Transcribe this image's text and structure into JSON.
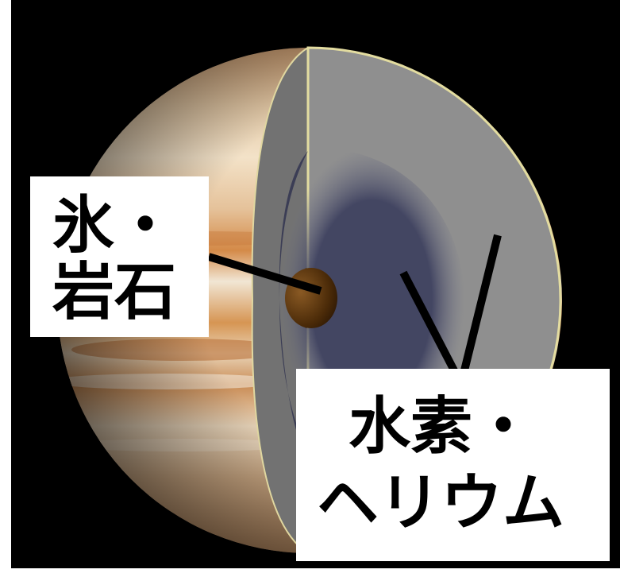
{
  "diagram": {
    "labels": {
      "core": {
        "line1": "氷・",
        "line2": "岩石"
      },
      "envelope": {
        "line1": "水素・",
        "line2": "ヘリウム"
      }
    }
  },
  "colors": {
    "background": "#000000",
    "planet_bands": "#d9a36a",
    "outer_layer": "#8e8e8e",
    "inner_layer": "#434660",
    "core": "#6b3a10",
    "label_bg": "#ffffff",
    "label_text": "#000000"
  }
}
